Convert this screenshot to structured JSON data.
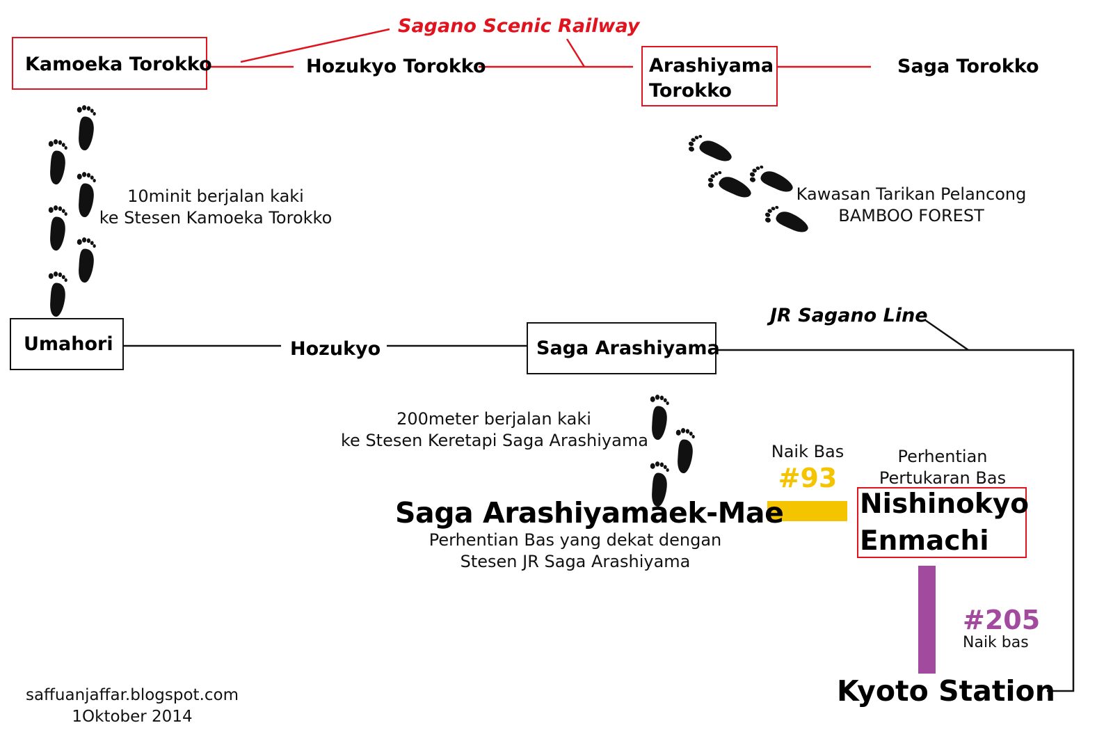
{
  "rail": {
    "title": "Sagano Scenic Railway",
    "title_color": "#e0141e",
    "stations": {
      "kameoka": "Kamoeka Torokko",
      "hozukyo": "Hozukyo Torokko",
      "arashiyama_line1": "Arashiyama",
      "arashiyama_line2": "Torokko",
      "saga": "Saga Torokko"
    }
  },
  "jr": {
    "title": "JR Sagano Line",
    "stations": {
      "umahori": "Umahori",
      "hozukyo": "Hozukyo",
      "saga_arashiyama": "Saga Arashiyama"
    }
  },
  "notes": {
    "walk_kameoka_line1": "10minit berjalan kaki",
    "walk_kameoka_line2": "ke Stesen Kamoeka Torokko",
    "bamboo_line1": "Kawasan Tarikan Pelancong",
    "bamboo_line2": "BAMBOO FOREST",
    "walk_saga_line1": "200meter berjalan kaki",
    "walk_saga_line2": "ke Stesen Keretapi Saga Arashiyama"
  },
  "bus": {
    "stop_name": "Saga Arashiyamaek-Mae",
    "stop_desc_line1": "Perhentian Bas yang dekat dengan",
    "stop_desc_line2": "Stesen JR Saga Arashiyama",
    "route93_label": "Naik Bas",
    "route93_number": "#93",
    "route93_color": "#f5c400",
    "transfer_label_line1": "Perhentian",
    "transfer_label_line2": "Pertukaran Bas",
    "transfer_name_line1": "Nishinokyo",
    "transfer_name_line2": "Enmachi",
    "route205_number": "#205",
    "route205_label": "Naik bas",
    "route205_color": "#a24a9e",
    "destination": "Kyoto Station"
  },
  "credit": {
    "site": "saffuanjaffar.blogspot.com",
    "date": "1Oktober 2014"
  }
}
